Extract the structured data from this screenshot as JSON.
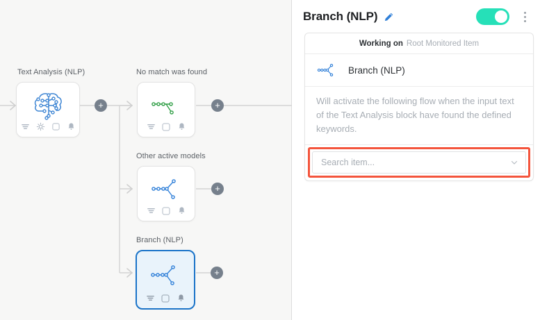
{
  "panel": {
    "title": "Branch (NLP)",
    "edit_icon": "pencil-icon",
    "toggle_on": true,
    "menu_icon": "kebab-menu-icon",
    "card": {
      "working_on_label": "Working on",
      "working_on_value": "Root Monitored Item",
      "item_label": "Branch (NLP)",
      "item_icon": "branch-nlp-icon",
      "description": "Will activate the following flow when the input text of the Text Analysis block have found the defined keywords.",
      "search_placeholder": "Search item...",
      "search_value": "",
      "search_chevron_icon": "chevron-down-icon",
      "highlight_color": "#f4543c"
    }
  },
  "canvas": {
    "background": "#f7f7f6",
    "accent_selected": "#1a73c8",
    "plus_label": "+",
    "nodes": [
      {
        "id": "text-analysis",
        "label": "Text Analysis (NLP)",
        "glyph": "brain-icon",
        "selected": false,
        "footer_icons": [
          "filter-icon",
          "gear-icon",
          "checkbox-icon",
          "bell-icon"
        ]
      },
      {
        "id": "no-match",
        "label": "No match was found",
        "glyph": "branch-green-icon",
        "selected": false,
        "footer_icons": [
          "filter-icon",
          "checkbox-icon",
          "bell-icon"
        ]
      },
      {
        "id": "other-active-models",
        "label": "Other active models",
        "glyph": "branch-blue-icon",
        "selected": false,
        "footer_icons": [
          "filter-icon",
          "checkbox-icon",
          "bell-icon"
        ]
      },
      {
        "id": "branch-nlp",
        "label": "Branch (NLP)",
        "glyph": "branch-blue-icon",
        "selected": true,
        "footer_icons": [
          "filter-icon",
          "checkbox-icon",
          "bell-icon"
        ]
      }
    ]
  }
}
